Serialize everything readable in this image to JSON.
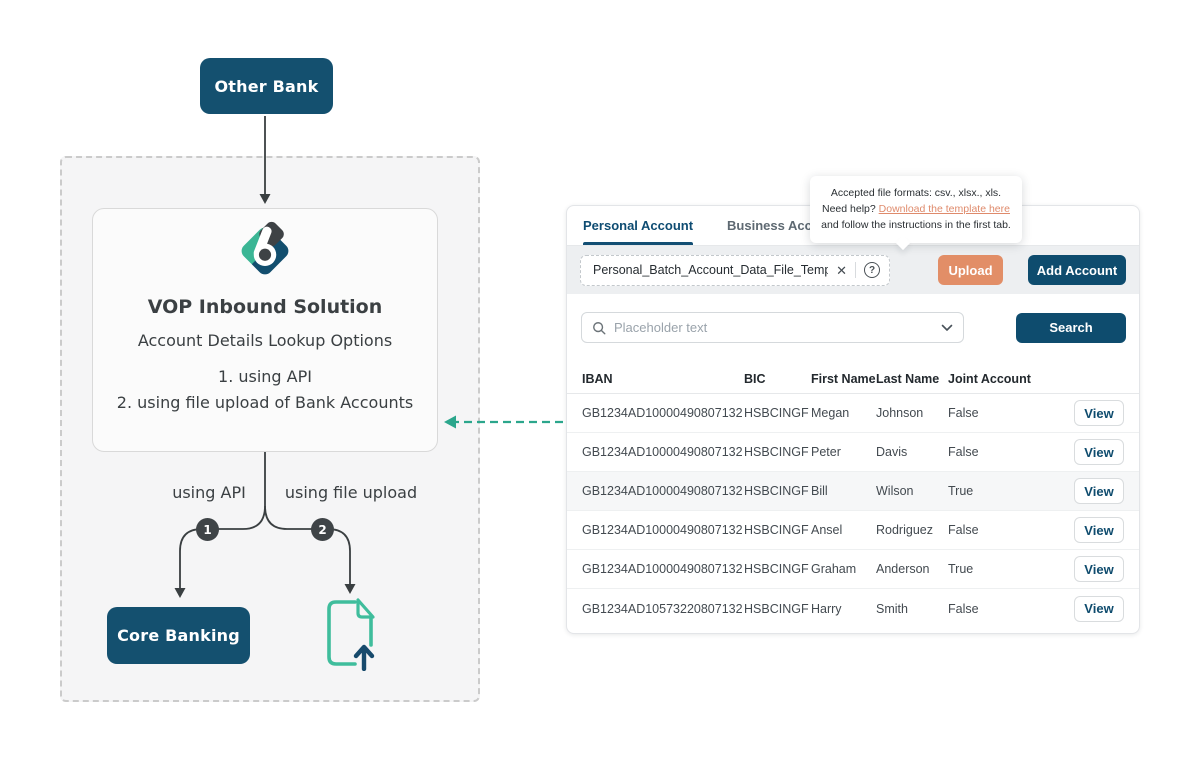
{
  "diagram": {
    "other_bank_label": "Other Bank",
    "solution_title": "VOP Inbound Solution",
    "solution_subtitle": "Account Details Lookup Options",
    "option_1": "1. using API",
    "option_2": "2. using file upload of Bank Accounts",
    "branch_left_label": "using API",
    "branch_right_label": "using file upload",
    "badge_1": "1",
    "badge_2": "2",
    "core_banking_label": "Core Banking"
  },
  "panel": {
    "tabs": [
      {
        "label": "Personal Account",
        "active": true
      },
      {
        "label": "Business Account",
        "active": false
      }
    ],
    "upload": {
      "filename": "Personal_Batch_Account_Data_File_Template.csv",
      "clear_icon": "✕",
      "help_icon": "?",
      "upload_button": "Upload",
      "add_account_button": "Add Account"
    },
    "tooltip": {
      "line1": "Accepted file formats: csv., xlsx., xls.",
      "line2_prefix": "Need help? ",
      "line2_link": "Download the template here",
      "line2_suffix": " and follow the instructions in the first tab."
    },
    "search": {
      "placeholder": "Placeholder text",
      "button": "Search"
    },
    "table": {
      "columns": [
        "IBAN",
        "BIC",
        "First Name",
        "Last Name",
        "Joint Account"
      ],
      "action_label": "View",
      "rows": [
        {
          "iban": "GB1234AD10000490807132",
          "bic": "HSBCINGF",
          "first": "Megan",
          "last": "Johnson",
          "joint": "False",
          "highlight": false
        },
        {
          "iban": "GB1234AD10000490807132",
          "bic": "HSBCINGF",
          "first": "Peter",
          "last": "Davis",
          "joint": "False",
          "highlight": false
        },
        {
          "iban": "GB1234AD10000490807132",
          "bic": "HSBCINGF",
          "first": "Bill",
          "last": "Wilson",
          "joint": "True",
          "highlight": true
        },
        {
          "iban": "GB1234AD10000490807132",
          "bic": "HSBCINGF",
          "first": "Ansel",
          "last": "Rodriguez",
          "joint": "False",
          "highlight": false
        },
        {
          "iban": "GB1234AD10000490807132",
          "bic": "HSBCINGF",
          "first": "Graham",
          "last": "Anderson",
          "joint": "True",
          "highlight": false
        },
        {
          "iban": "GB1234AD10573220807132",
          "bic": "HSBCINGF",
          "first": "Harry",
          "last": "Smith",
          "joint": "False",
          "highlight": false
        }
      ]
    }
  },
  "colors": {
    "dark_blue": "#0e4c6e",
    "diagram_blue": "#14506f",
    "teal": "#3bb695",
    "dashed_arrow_teal": "#2ba68c",
    "salmon": "#e28e67",
    "link_salmon": "#df8a6b",
    "charcoal": "#3f4447",
    "active_tab": "#0e4c72"
  }
}
